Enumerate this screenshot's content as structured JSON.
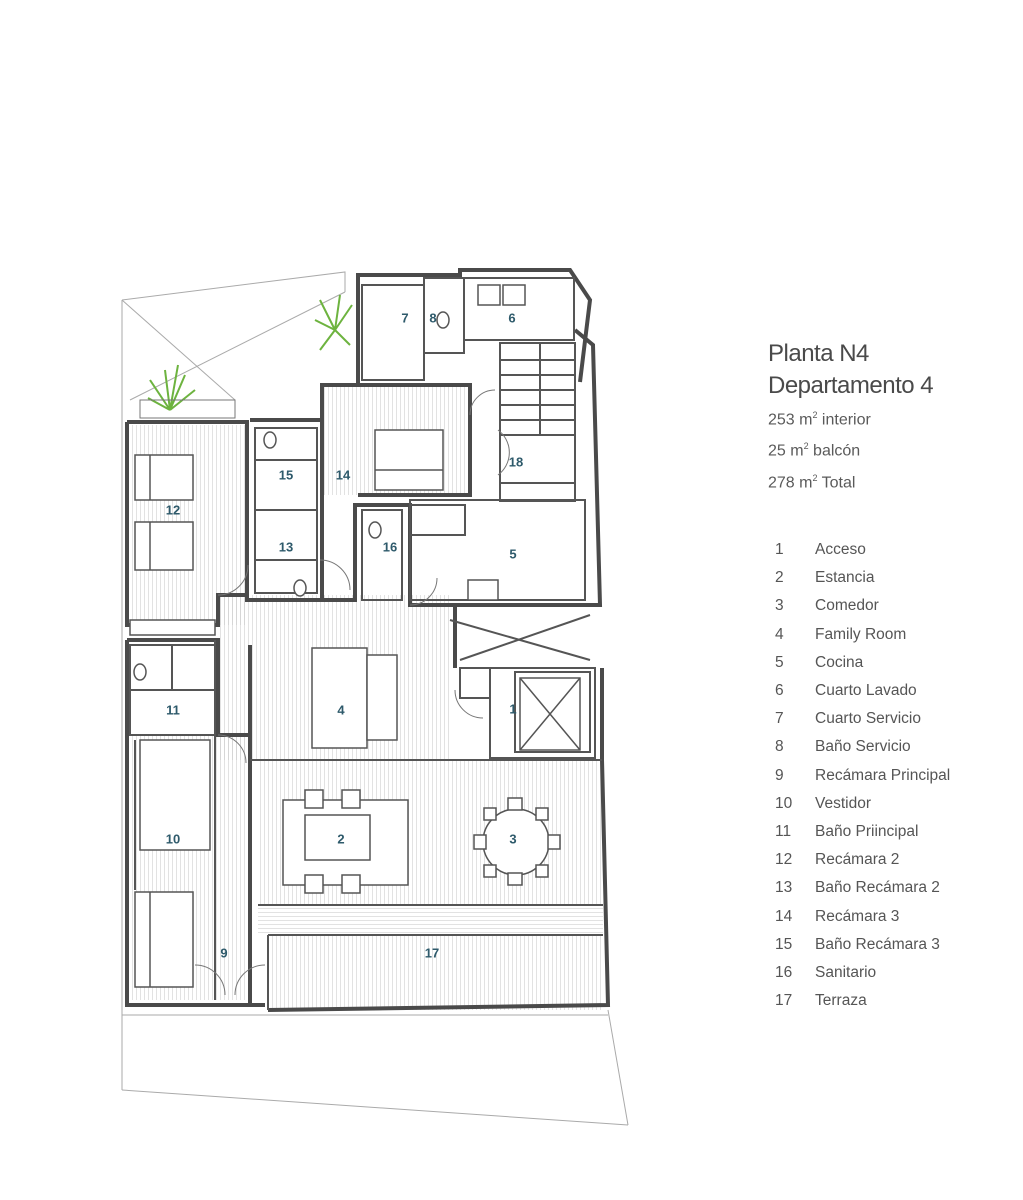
{
  "title": {
    "line1": "Planta N4",
    "line2": "Departamento 4"
  },
  "areas": [
    {
      "value": "253 m",
      "sup": "2",
      "label": " interior"
    },
    {
      "value": "25 m",
      "sup": "2",
      "label": " balcón"
    },
    {
      "value": "278 m",
      "sup": "2",
      "label": " Total"
    }
  ],
  "legend": [
    {
      "num": "1",
      "name": "Acceso"
    },
    {
      "num": "2",
      "name": "Estancia"
    },
    {
      "num": "3",
      "name": "Comedor"
    },
    {
      "num": "4",
      "name": "Family Room"
    },
    {
      "num": "5",
      "name": "Cocina"
    },
    {
      "num": "6",
      "name": "Cuarto Lavado"
    },
    {
      "num": "7",
      "name": "Cuarto Servicio"
    },
    {
      "num": "8",
      "name": "Baño Servicio"
    },
    {
      "num": "9",
      "name": "Recámara Principal"
    },
    {
      "num": "10",
      "name": "Vestidor"
    },
    {
      "num": "11",
      "name": "Baño Priincipal"
    },
    {
      "num": "12",
      "name": "Recámara 2"
    },
    {
      "num": "13",
      "name": "Baño Recámara 2"
    },
    {
      "num": "14",
      "name": "Recámara 3"
    },
    {
      "num": "15",
      "name": "Baño Recámara 3"
    },
    {
      "num": "16",
      "name": "Sanitario"
    },
    {
      "num": "17",
      "name": "Terraza"
    }
  ],
  "room_labels": [
    "1",
    "2",
    "3",
    "4",
    "5",
    "6",
    "7",
    "8",
    "9",
    "10",
    "11",
    "12",
    "13",
    "14",
    "15",
    "16",
    "17",
    "18"
  ],
  "colors": {
    "wall": "#4a4a4a",
    "label": "#2e5a6b",
    "hatch": "#c8c8c8",
    "plant": "#6db33f"
  }
}
